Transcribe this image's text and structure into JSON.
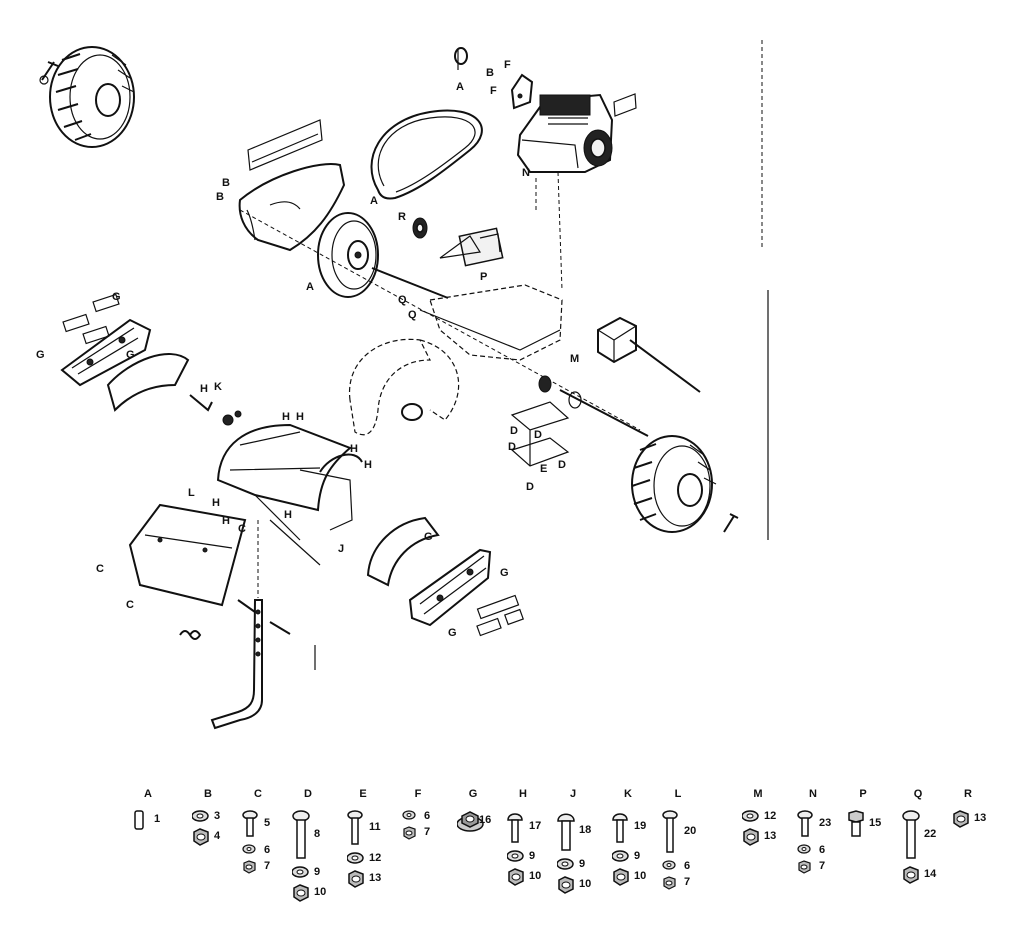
{
  "callouts": {
    "a1": "A",
    "a2": "A",
    "a3": "A",
    "b1": "B",
    "b2": "B",
    "b3": "B",
    "f1": "F",
    "f2": "F",
    "n1": "N",
    "r1": "R",
    "p1": "P",
    "q1": "Q",
    "q2": "Q",
    "m1": "M",
    "c1": "C",
    "c2": "C",
    "c3": "C",
    "g1": "G",
    "g2": "G",
    "g3": "G",
    "g4": "G",
    "g5": "G",
    "g6": "G",
    "h1": "H",
    "h2": "H",
    "h3": "H",
    "h4": "H",
    "h5": "H",
    "h6": "H",
    "h7": "H",
    "h8": "H",
    "k1": "K",
    "l1": "L",
    "j1": "J",
    "d1": "D",
    "d2": "D",
    "d3": "D",
    "d4": "D",
    "d5": "D",
    "e1": "E"
  },
  "legend": [
    {
      "letter": "A",
      "items": [
        {
          "part": "pin",
          "num": "1"
        }
      ]
    },
    {
      "letter": "B",
      "items": [
        {
          "part": "washer",
          "num": "3"
        },
        {
          "part": "nut",
          "num": "4"
        }
      ]
    },
    {
      "letter": "C",
      "items": [
        {
          "part": "bolt-short",
          "num": "5"
        },
        {
          "part": "washer-small",
          "num": "6"
        },
        {
          "part": "nut-small",
          "num": "7"
        }
      ]
    },
    {
      "letter": "D",
      "items": [
        {
          "part": "bolt-long",
          "num": "8"
        },
        {
          "part": "washer",
          "num": "9"
        },
        {
          "part": "nut",
          "num": "10"
        }
      ]
    },
    {
      "letter": "E",
      "items": [
        {
          "part": "bolt",
          "num": "11"
        },
        {
          "part": "washer",
          "num": "12"
        },
        {
          "part": "nut",
          "num": "13"
        }
      ]
    },
    {
      "letter": "F",
      "items": [
        {
          "part": "washer-small",
          "num": "6"
        },
        {
          "part": "nut-small",
          "num": "7"
        }
      ]
    },
    {
      "letter": "G",
      "items": [
        {
          "part": "flange-nut",
          "num": "16"
        }
      ]
    },
    {
      "letter": "H",
      "items": [
        {
          "part": "bolt-carriage",
          "num": "17"
        },
        {
          "part": "washer",
          "num": "9"
        },
        {
          "part": "nut",
          "num": "10"
        }
      ]
    },
    {
      "letter": "J",
      "items": [
        {
          "part": "bolt-carriage-long",
          "num": "18"
        },
        {
          "part": "washer",
          "num": "9"
        },
        {
          "part": "nut",
          "num": "10"
        }
      ]
    },
    {
      "letter": "K",
      "items": [
        {
          "part": "bolt-carriage",
          "num": "19"
        },
        {
          "part": "washer",
          "num": "9"
        },
        {
          "part": "nut",
          "num": "10"
        }
      ]
    },
    {
      "letter": "L",
      "items": [
        {
          "part": "bolt-long-thin",
          "num": "20"
        },
        {
          "part": "washer-small",
          "num": "6"
        },
        {
          "part": "nut-small",
          "num": "7"
        }
      ]
    },
    {
      "letter": "M",
      "items": [
        {
          "part": "washer",
          "num": "12"
        },
        {
          "part": "nut",
          "num": "13"
        }
      ]
    },
    {
      "letter": "N",
      "items": [
        {
          "part": "bolt-short",
          "num": "23"
        },
        {
          "part": "washer-small",
          "num": "6"
        },
        {
          "part": "nut-small",
          "num": "7"
        }
      ]
    },
    {
      "letter": "P",
      "items": [
        {
          "part": "shoulder-bolt",
          "num": "15"
        }
      ]
    },
    {
      "letter": "Q",
      "items": [
        {
          "part": "bolt-long",
          "num": "22"
        },
        {
          "part": "nut",
          "num": "14"
        }
      ]
    },
    {
      "letter": "R",
      "items": [
        {
          "part": "nut",
          "num": "13"
        }
      ]
    }
  ]
}
